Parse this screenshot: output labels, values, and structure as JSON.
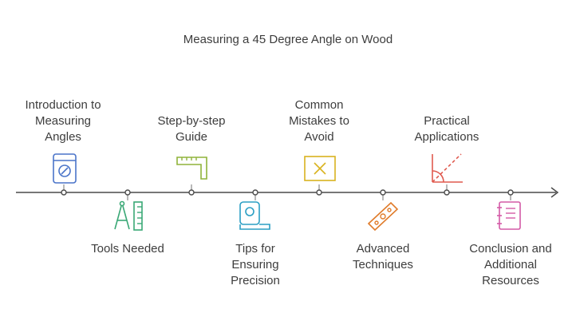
{
  "title": "Measuring a 45 Degree Angle on Wood",
  "steps": [
    {
      "label": "Introduction to\nMeasuring\nAngles",
      "icon": "protractor-icon",
      "color": "#4a74c9"
    },
    {
      "label": "Tools Needed",
      "icon": "compass-ruler-icon",
      "color": "#3aa876"
    },
    {
      "label": "Step-by-step\nGuide",
      "icon": "carpenter-square-icon",
      "color": "#8fb43a"
    },
    {
      "label": "Tips for\nEnsuring\nPrecision",
      "icon": "tape-measure-icon",
      "color": "#2b9fc4"
    },
    {
      "label": "Common\nMistakes to\nAvoid",
      "icon": "x-mark-icon",
      "color": "#d9b21f"
    },
    {
      "label": "Advanced\nTechniques",
      "icon": "spirit-level-icon",
      "color": "#e07b2a"
    },
    {
      "label": "Practical\nApplications",
      "icon": "angle-icon",
      "color": "#e05a4f"
    },
    {
      "label": "Conclusion and\nAdditional\nResources",
      "icon": "notebook-icon",
      "color": "#d45aa6"
    }
  ]
}
